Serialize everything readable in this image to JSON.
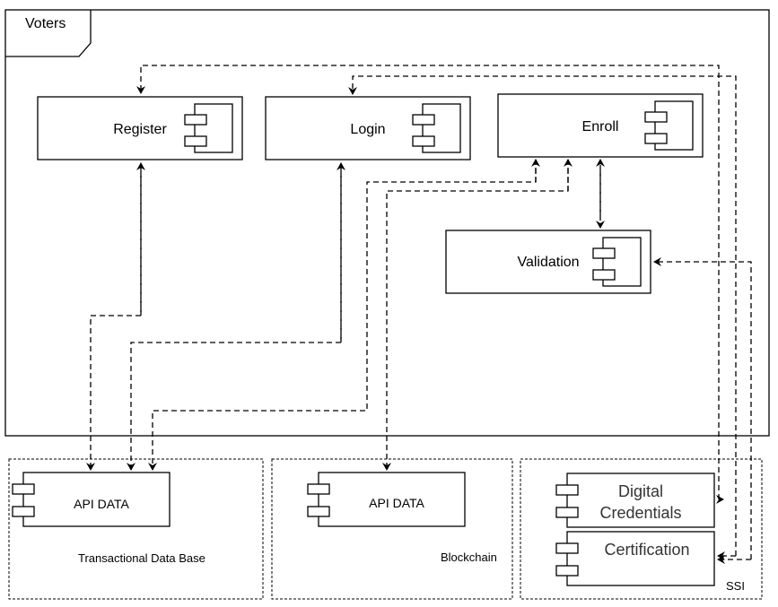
{
  "frame": {
    "title": "Voters"
  },
  "components": {
    "register": "Register",
    "login": "Login",
    "enroll": "Enroll",
    "validation": "Validation",
    "api_data_tdb": "API DATA",
    "api_data_bc": "API DATA",
    "digital_credentials_line1": "Digital",
    "digital_credentials_line2": "Credentials",
    "certification": "Certification"
  },
  "zones": {
    "transactional": "Transactional Data Base",
    "blockchain": "Blockchain",
    "ssi": "SSI"
  }
}
